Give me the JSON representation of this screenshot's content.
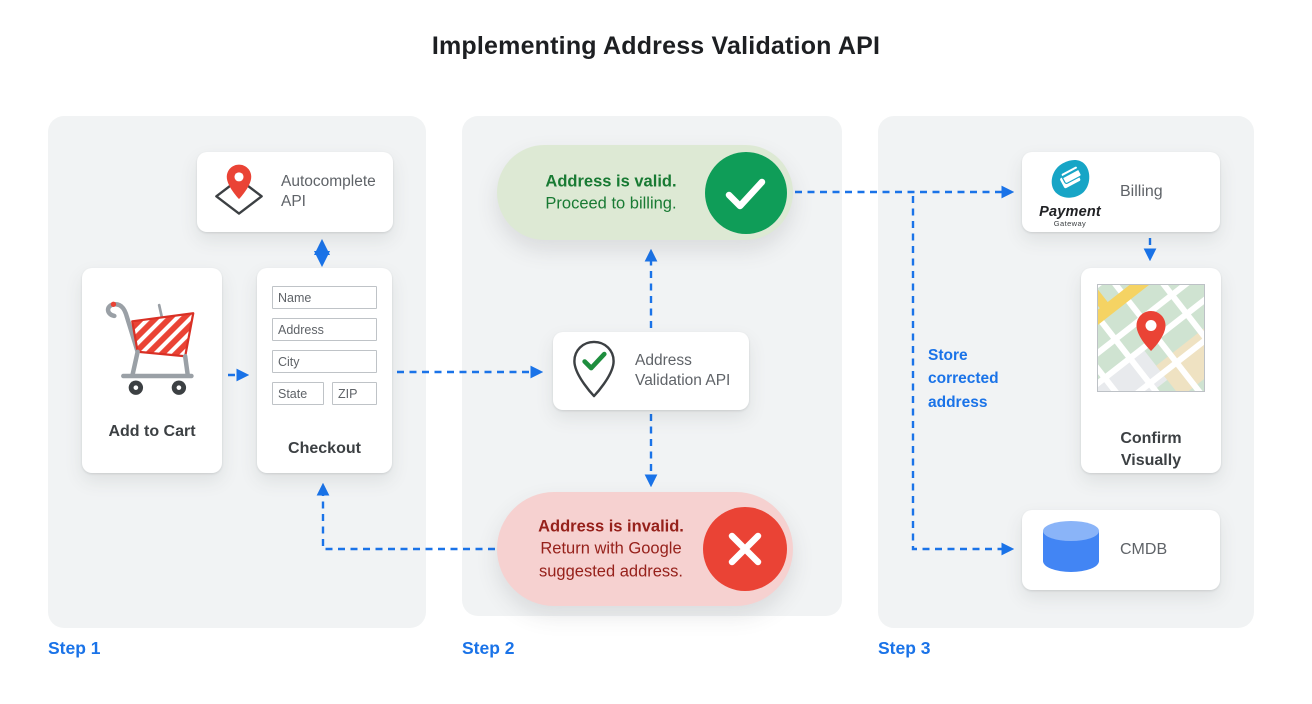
{
  "title": "Implementing Address Validation API",
  "steps": {
    "step1": {
      "label": "Step 1",
      "autocomplete": {
        "label": "Autocomplete API"
      },
      "cart": {
        "label": "Add to Cart"
      },
      "checkout": {
        "label": "Checkout",
        "fields": {
          "name": "Name",
          "address": "Address",
          "city": "City",
          "state": "State",
          "zip": "ZIP"
        }
      }
    },
    "step2": {
      "label": "Step 2",
      "valid": {
        "title": "Address is valid.",
        "subtitle": "Proceed to billing."
      },
      "validation_api": {
        "label": "Address Validation API"
      },
      "invalid": {
        "title": "Address is invalid.",
        "subtitle": "Return with Google suggested address."
      }
    },
    "step3": {
      "label": "Step 3",
      "billing": {
        "label": "Billing",
        "logo_name": "Payment",
        "logo_sub": "Gateway"
      },
      "confirm": {
        "label": "Confirm Visually"
      },
      "cmdb": {
        "label": "CMDB"
      },
      "note": "Store corrected address"
    }
  },
  "colors": {
    "accent_blue": "#1a73e8",
    "panel_bg": "#f1f3f4",
    "valid_bg": "#dde9d4",
    "valid_text": "#187a33",
    "valid_circle": "#0f9d58",
    "invalid_bg": "#f6d1d0",
    "invalid_text": "#96211b",
    "invalid_circle": "#ea4335",
    "pin_red": "#ea4335",
    "cmdb_blue": "#4285f4",
    "gateway_teal": "#17a5c6"
  }
}
